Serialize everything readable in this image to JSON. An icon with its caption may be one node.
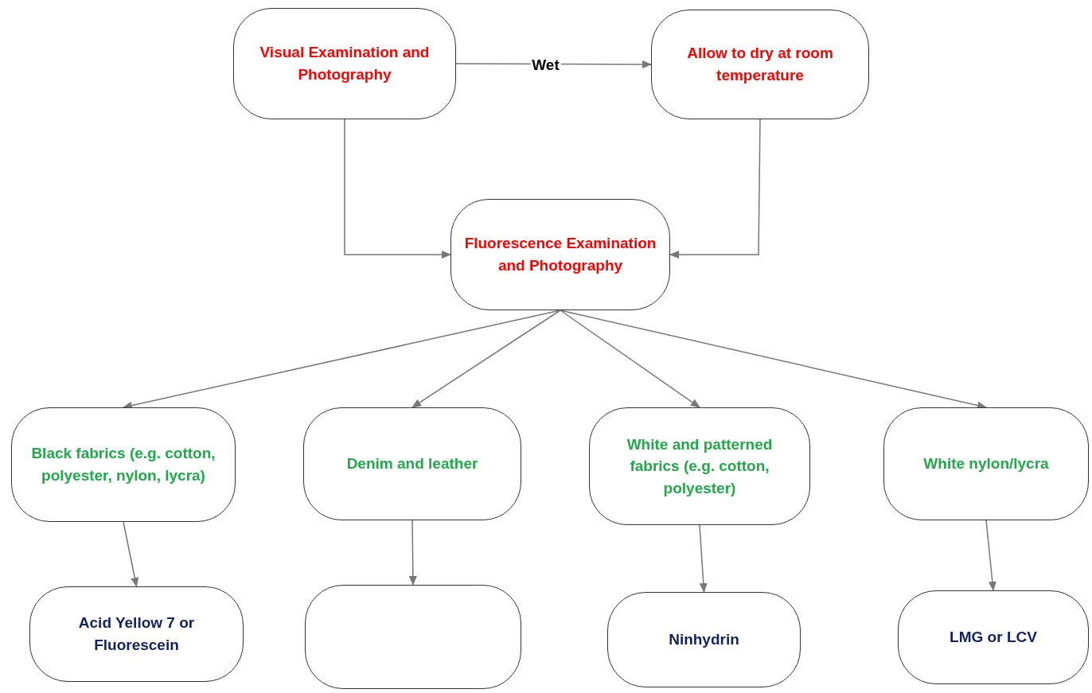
{
  "diagram": {
    "nodes": [
      {
        "text": [
          "Visual Examination and Photography"
        ]
      },
      {
        "text": [
          "Allow to dry at room temperature"
        ]
      },
      {
        "text": [
          "Fluorescence Examination and Photography"
        ]
      },
      {
        "text": [
          "Black fabrics (e.g. cotton, polyester, nylon, lycra)"
        ]
      },
      {
        "text": [
          "Denim and leather"
        ]
      },
      {
        "text": [
          "White and patterned fabrics (e.g. cotton, polyester)"
        ]
      },
      {
        "text": [
          "White nylon/lycra"
        ]
      },
      {
        "text": [
          "Acid Yellow 7 or Fluorescein"
        ]
      },
      {
        "text": [],
        "shape": "box"
      },
      {
        "text": [
          "Ninhydrin"
        ]
      },
      {
        "text": [
          "LMG or LCV"
        ]
      }
    ],
    "edges": [
      {
        "from": 0,
        "to": 1,
        "arrow": "to",
        "label": "Wet"
      },
      {
        "from": 0,
        "to": 2,
        "arrow": "to"
      },
      {
        "from": 1,
        "to": 2,
        "arrow": "to"
      },
      {
        "from": 2,
        "to": 3,
        "arrow": "to"
      },
      {
        "from": 2,
        "to": 4,
        "arrow": "to"
      },
      {
        "from": 2,
        "to": 5,
        "arrow": "to"
      },
      {
        "from": 2,
        "to": 6,
        "arrow": "to"
      },
      {
        "from": 3,
        "to": 7,
        "arrow": "to"
      },
      {
        "from": 4,
        "to": 8,
        "arrow": "to"
      },
      {
        "from": 5,
        "to": 9,
        "arrow": "to"
      },
      {
        "from": 6,
        "to": 10,
        "arrow": "to"
      }
    ]
  }
}
